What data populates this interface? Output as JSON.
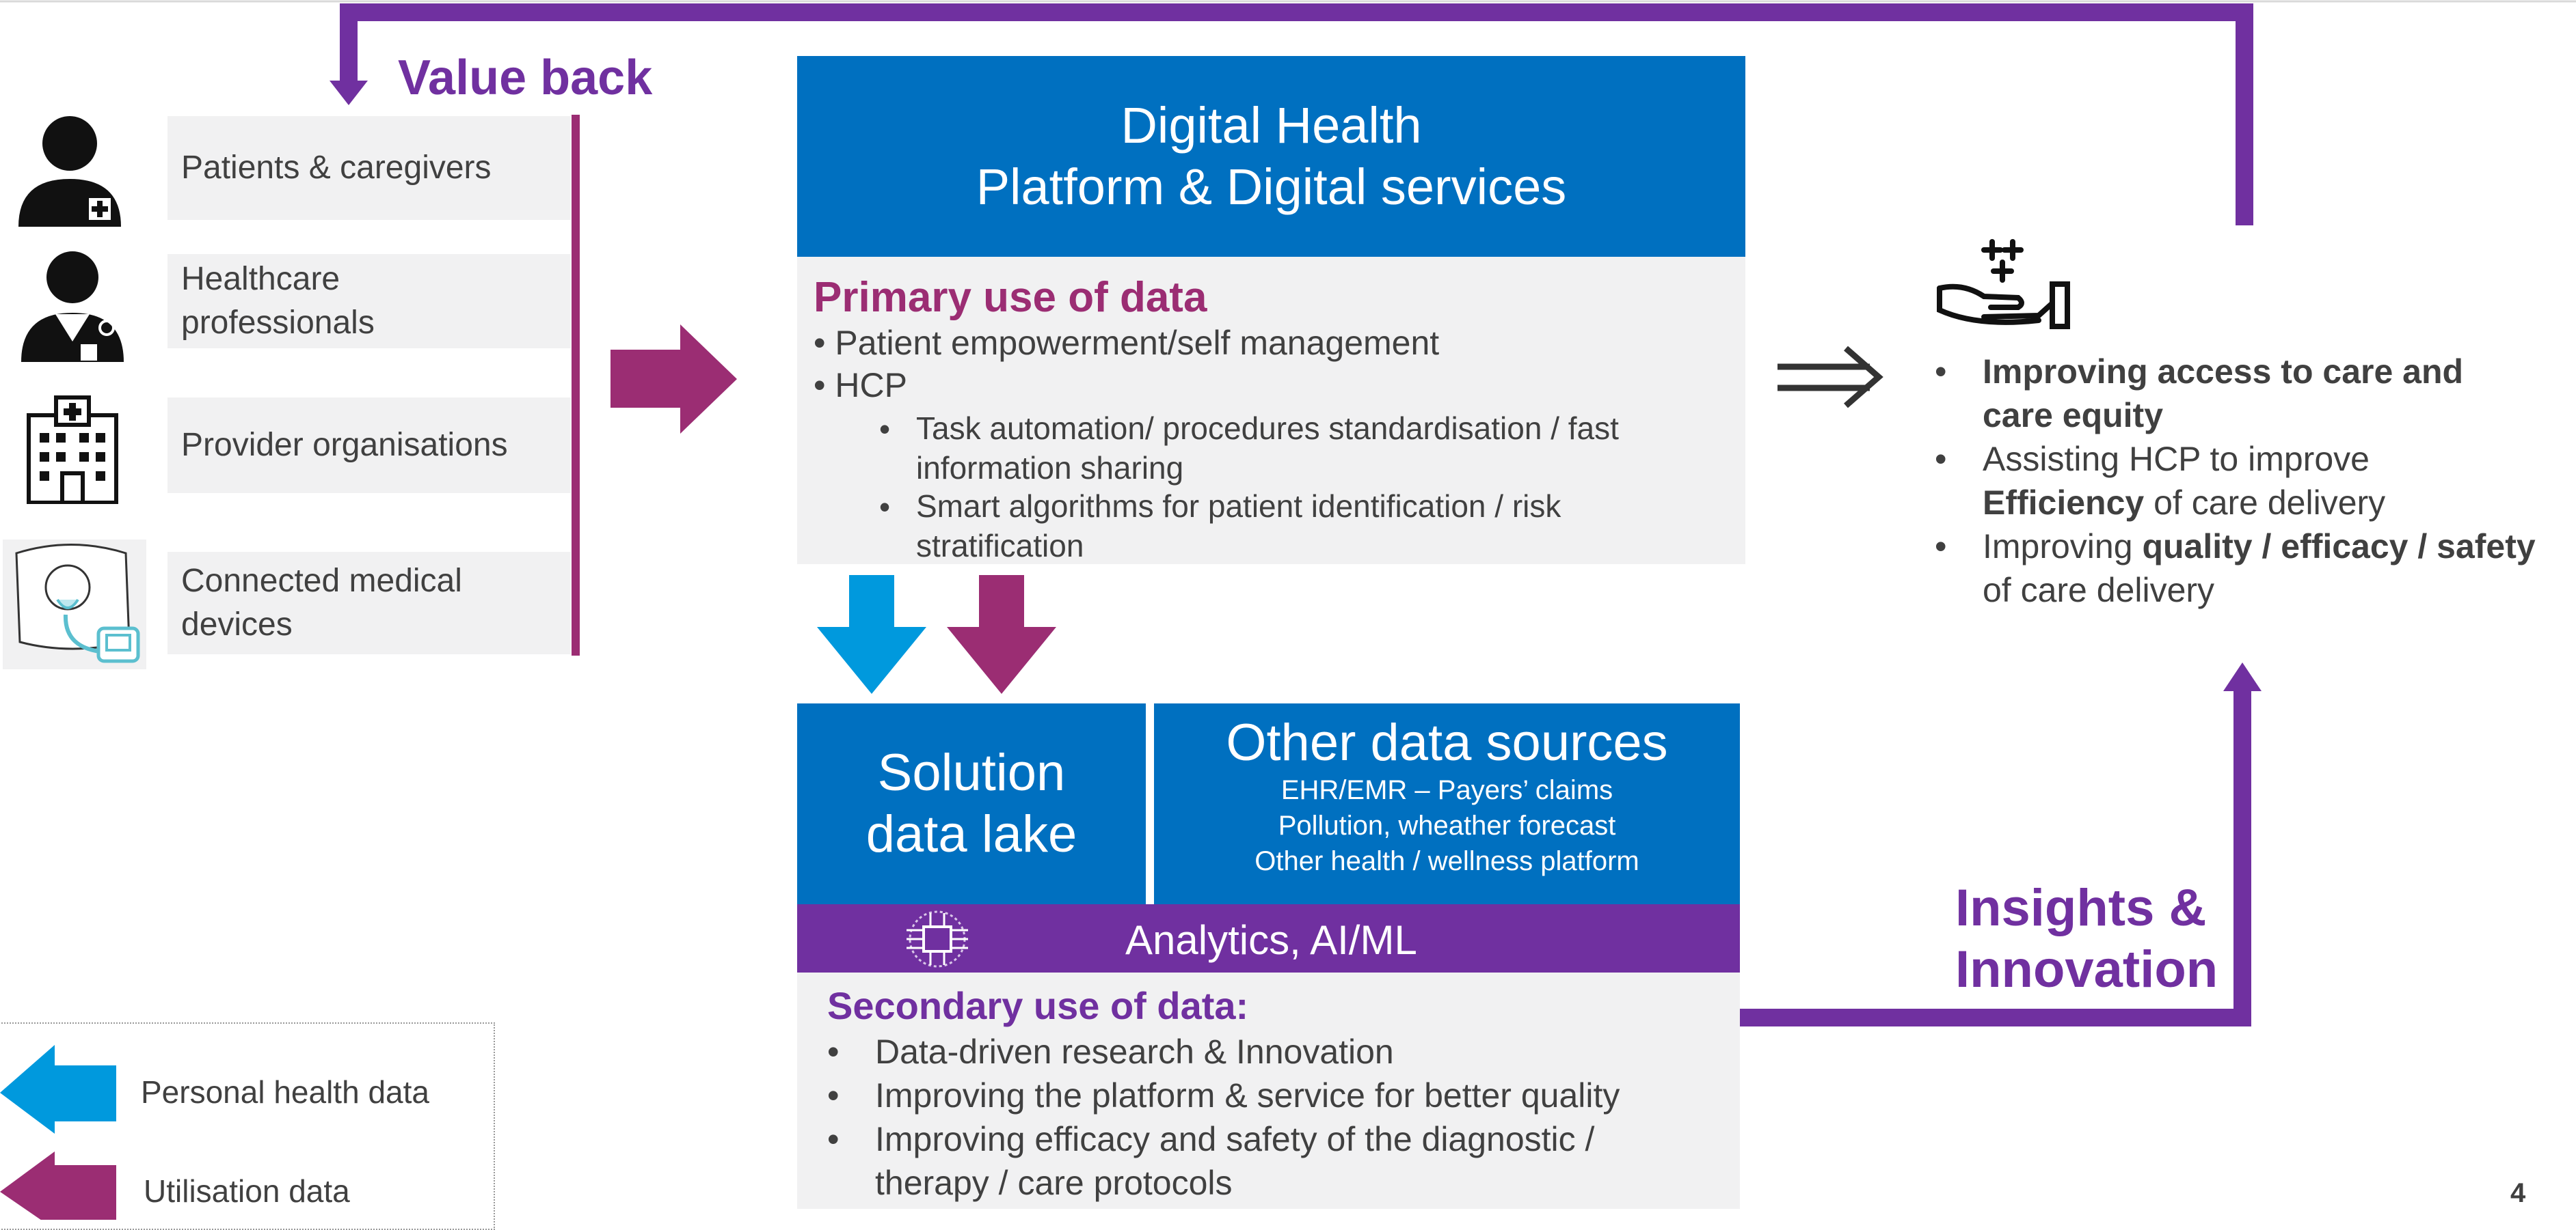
{
  "value_back": "Value back",
  "stakeholders": [
    {
      "label": "Patients  & caregivers",
      "icon": "patient-icon"
    },
    {
      "label": "Healthcare\nprofessionals",
      "icon": "doctor-icon"
    },
    {
      "label": "Provider  organisations",
      "icon": "hospital-icon"
    },
    {
      "label": "Connected  medical\ndevices",
      "icon": "medical-device-icon"
    }
  ],
  "platform": {
    "title_line1": "Digital Health",
    "title_line2": "Platform & Digital services"
  },
  "primary": {
    "title": "Primary use of data",
    "items": [
      "• Patient  empowerment/self  management",
      "• HCP"
    ],
    "sub_items": [
      [
        "Task automation/ procedures standardisation / fast",
        "information sharing"
      ],
      [
        "Smart algorithms for patient identification / risk",
        "stratification"
      ]
    ],
    "sub_bullet": "•"
  },
  "data_lake": {
    "line1": "Solution",
    "line2": "data lake"
  },
  "other_sources": {
    "title": "Other data sources",
    "lines": [
      "EHR/EMR – Payers’ claims",
      "Pollution, wheather forecast",
      "Other health / wellness platform"
    ]
  },
  "analytics": {
    "label": "Analytics, AI/ML",
    "icon": "ai-chip-icon"
  },
  "secondary": {
    "title": "Secondary use of data:",
    "bullet": "•",
    "items": [
      [
        "Data-driven research & Innovation"
      ],
      [
        "Improving the platform & service for better quality"
      ],
      [
        "Improving efficacy and safety of the diagnostic /",
        "therapy / care protocols"
      ]
    ]
  },
  "benefits": {
    "icon": "helping-hand-icon",
    "bullet": "•",
    "items": [
      {
        "parts": [
          {
            "t": "Improving access to care and",
            "b": true
          }
        ],
        "cont": [
          {
            "t": "care equity",
            "b": true
          }
        ]
      },
      {
        "parts": [
          {
            "t": "Assisting HCP to improve",
            "b": false
          }
        ],
        "cont": [
          {
            "t": "Efficiency",
            "b": true
          },
          {
            "t": " of care delivery",
            "b": false
          }
        ]
      },
      {
        "parts": [
          {
            "t": "Improving ",
            "b": false
          },
          {
            "t": "quality / efficacy / safety",
            "b": true
          }
        ],
        "cont": [
          {
            "t": "of care delivery",
            "b": false
          }
        ]
      }
    ]
  },
  "insights": {
    "line1": "Insights &",
    "line2": "Innovation"
  },
  "legend": {
    "personal": "Personal health data",
    "utilisation": "Utilisation data"
  },
  "page_number": "4",
  "colors": {
    "blue": "#0070c0",
    "light_blue": "#0099dd",
    "magenta": "#9b2d73",
    "purple": "#7030a0",
    "grey_box": "#f1f1f2",
    "text": "#404040"
  }
}
